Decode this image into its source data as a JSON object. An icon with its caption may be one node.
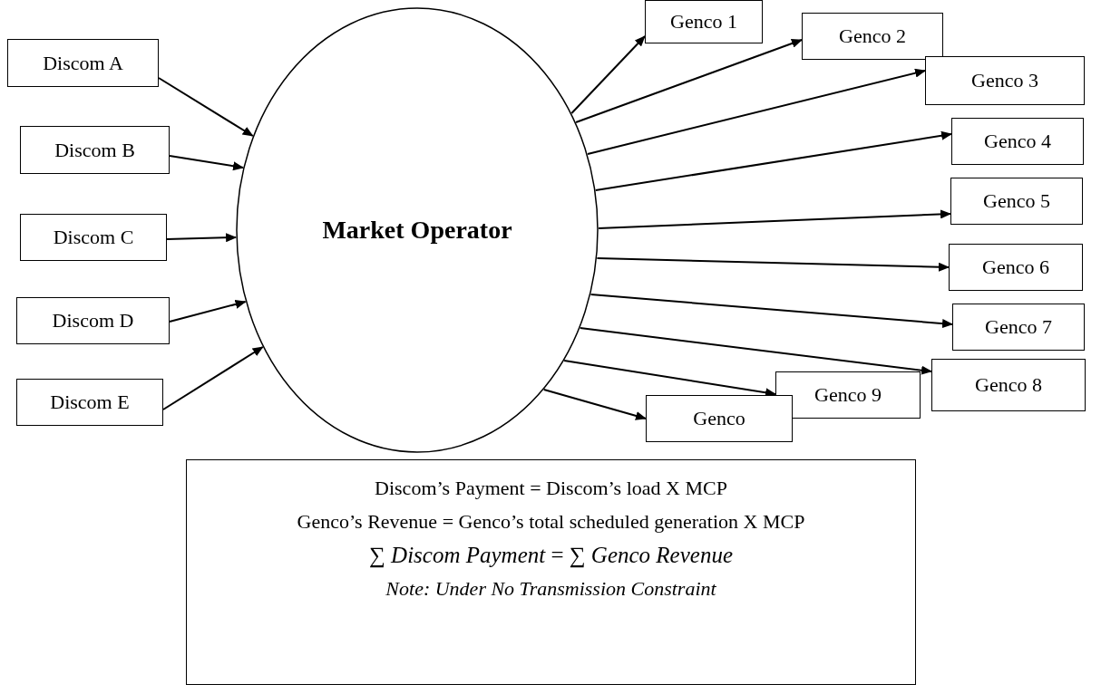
{
  "diagram": {
    "nodes": [
      {
        "text": [
          "Discom A"
        ]
      },
      {
        "text": [
          "Discom B"
        ]
      },
      {
        "text": [
          "Discom C"
        ]
      },
      {
        "text": [
          "Discom D"
        ]
      },
      {
        "text": [
          "Discom E"
        ]
      },
      {
        "text": [
          "Market Operator"
        ]
      },
      {
        "text": [
          "Genco 1"
        ]
      },
      {
        "text": [
          "Genco 2"
        ]
      },
      {
        "text": [
          "Genco 3"
        ]
      },
      {
        "text": [
          "Genco 4"
        ]
      },
      {
        "text": [
          "Genco 5"
        ]
      },
      {
        "text": [
          "Genco 6"
        ]
      },
      {
        "text": [
          "Genco 7"
        ]
      },
      {
        "text": [
          "Genco 8"
        ]
      },
      {
        "text": [
          "Genco 9"
        ]
      },
      {
        "text": [
          "Genco"
        ]
      },
      {
        "text": [
          "Discom’s Payment = Discom’s load X MCP",
          "Genco’s Revenue = Genco’s total scheduled generation X MCP",
          "∑ *Discom Payment* = ∑ *Genco Revenue*",
          "Note: Under No Transmission Constraint"
        ]
      }
    ],
    "edges": [
      {
        "from": 0,
        "to": 5,
        "arrow": "to"
      },
      {
        "from": 1,
        "to": 5,
        "arrow": "to"
      },
      {
        "from": 2,
        "to": 5,
        "arrow": "to"
      },
      {
        "from": 3,
        "to": 5,
        "arrow": "to"
      },
      {
        "from": 4,
        "to": 5,
        "arrow": "to"
      },
      {
        "from": 5,
        "to": 6,
        "arrow": "to"
      },
      {
        "from": 5,
        "to": 7,
        "arrow": "to"
      },
      {
        "from": 5,
        "to": 8,
        "arrow": "to"
      },
      {
        "from": 5,
        "to": 9,
        "arrow": "to"
      },
      {
        "from": 5,
        "to": 10,
        "arrow": "to"
      },
      {
        "from": 5,
        "to": 11,
        "arrow": "to"
      },
      {
        "from": 5,
        "to": 12,
        "arrow": "to"
      },
      {
        "from": 5,
        "to": 13,
        "arrow": "to"
      },
      {
        "from": 5,
        "to": 14,
        "arrow": "to"
      },
      {
        "from": 5,
        "to": 15,
        "arrow": "to"
      }
    ]
  }
}
